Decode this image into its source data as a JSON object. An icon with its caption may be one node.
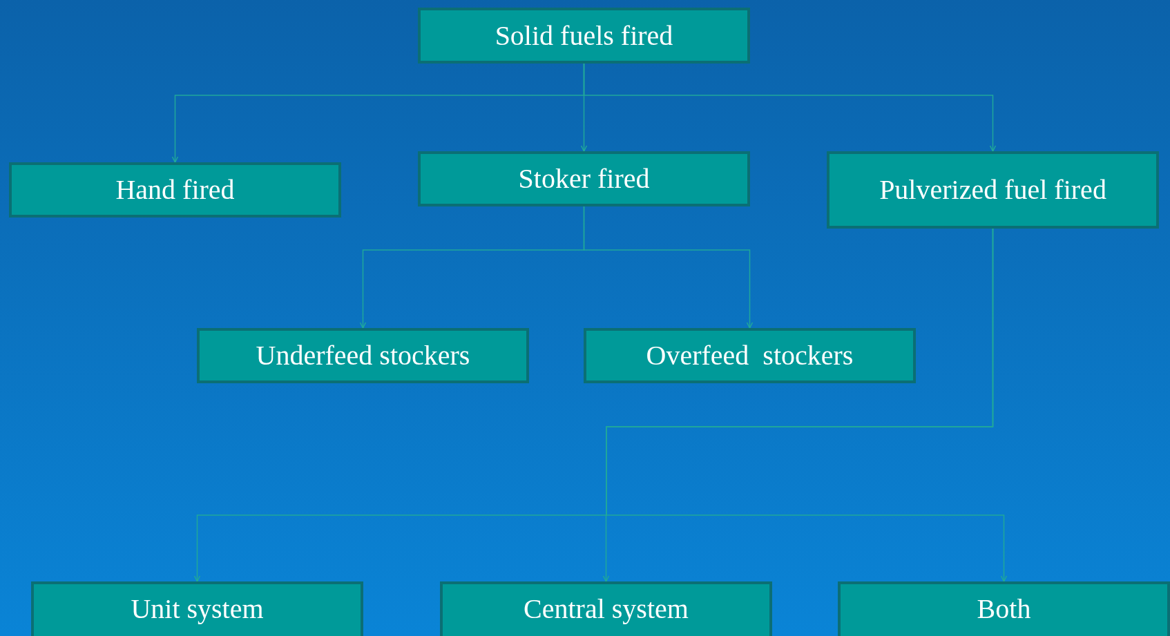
{
  "diagram": {
    "nodes": [
      {
        "text": [
          "Solid fuels fired"
        ]
      },
      {
        "text": [
          "Hand fired"
        ]
      },
      {
        "text": [
          "Stoker fired"
        ]
      },
      {
        "text": [
          "Pulverized fuel fired"
        ]
      },
      {
        "text": [
          "Underfeed stockers"
        ]
      },
      {
        "text": [
          "Overfeed  stockers"
        ]
      },
      {
        "text": [
          "Unit system"
        ]
      },
      {
        "text": [
          "Central system"
        ]
      },
      {
        "text": [
          "Both"
        ]
      }
    ],
    "edges": [
      {
        "from": 0,
        "to": 1,
        "arrow": "to"
      },
      {
        "from": 0,
        "to": 2,
        "arrow": "to"
      },
      {
        "from": 0,
        "to": 3,
        "arrow": "to"
      },
      {
        "from": 2,
        "to": 4,
        "arrow": "to"
      },
      {
        "from": 2,
        "to": 5,
        "arrow": "to"
      },
      {
        "from": 3,
        "to": 6,
        "arrow": "to"
      },
      {
        "from": 3,
        "to": 7,
        "arrow": "to"
      },
      {
        "from": 3,
        "to": 8,
        "arrow": "to"
      }
    ]
  }
}
